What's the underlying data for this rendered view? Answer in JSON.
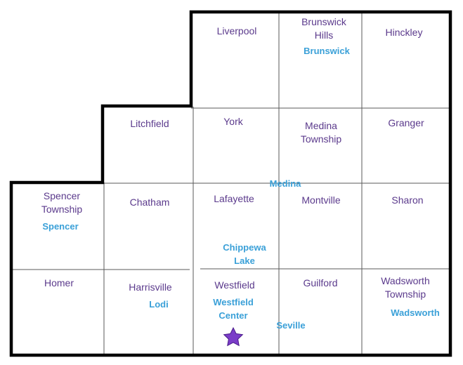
{
  "colors": {
    "township_text": "#5b3a8c",
    "city_text": "#3aa0d8",
    "border": "#000000",
    "grid": "#5a5a5a",
    "star": "#7a3cc8"
  },
  "townships": [
    "Liverpool",
    "Brunswick Hills",
    "Hinckley",
    "Litchfield",
    "York",
    "Medina Township",
    "Granger",
    "Spencer Township",
    "Chatham",
    "Lafayette",
    "Montville",
    "Sharon",
    "Homer",
    "Harrisville",
    "Westfield",
    "Guilford",
    "Wadsworth Township"
  ],
  "cities": [
    "Brunswick",
    "Medina",
    "Spencer",
    "Chippewa Lake",
    "Lodi",
    "Westfield Center",
    "Seville",
    "Wadsworth"
  ],
  "icons": {
    "marker": "star-icon"
  }
}
